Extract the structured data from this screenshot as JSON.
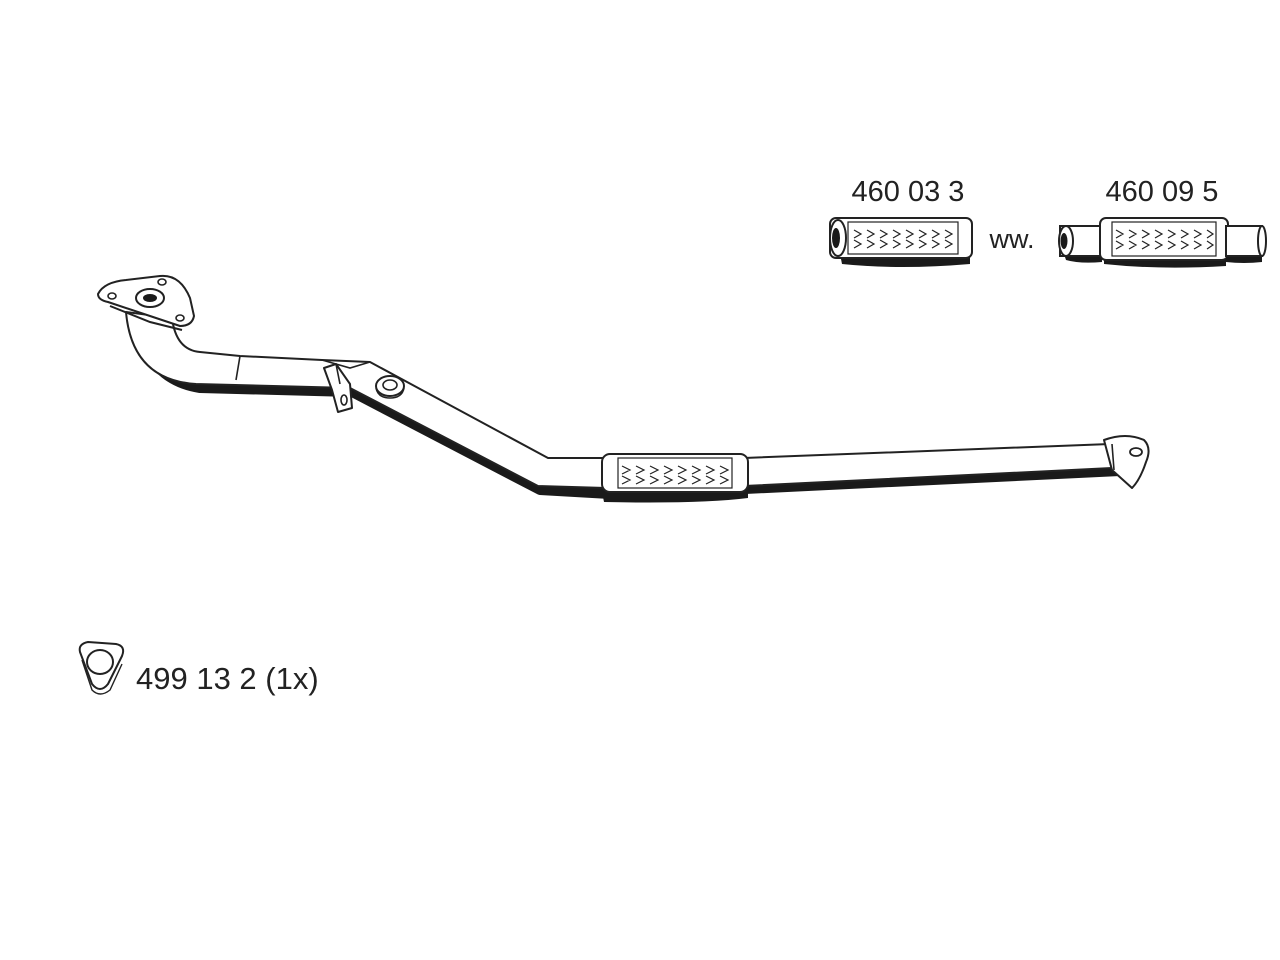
{
  "diagram": {
    "part_flex_a": "460 03 3",
    "part_flex_b": "460 09 5",
    "alternative_separator": "ww.",
    "gasket_part": "499 13 2 (1x)"
  },
  "colors": {
    "line": "#222222",
    "fill": "#ffffff",
    "shadow": "#1a1a1a"
  },
  "icons": {
    "gasket": "triangular-gasket-icon",
    "flex_a": "flexible-pipe-icon",
    "flex_b": "flexible-pipe-with-spigots-icon",
    "pipe": "exhaust-front-pipe-drawing",
    "clamp": "hanger-clamp-icon",
    "sensor_boss": "lambda-sensor-boss-icon"
  }
}
